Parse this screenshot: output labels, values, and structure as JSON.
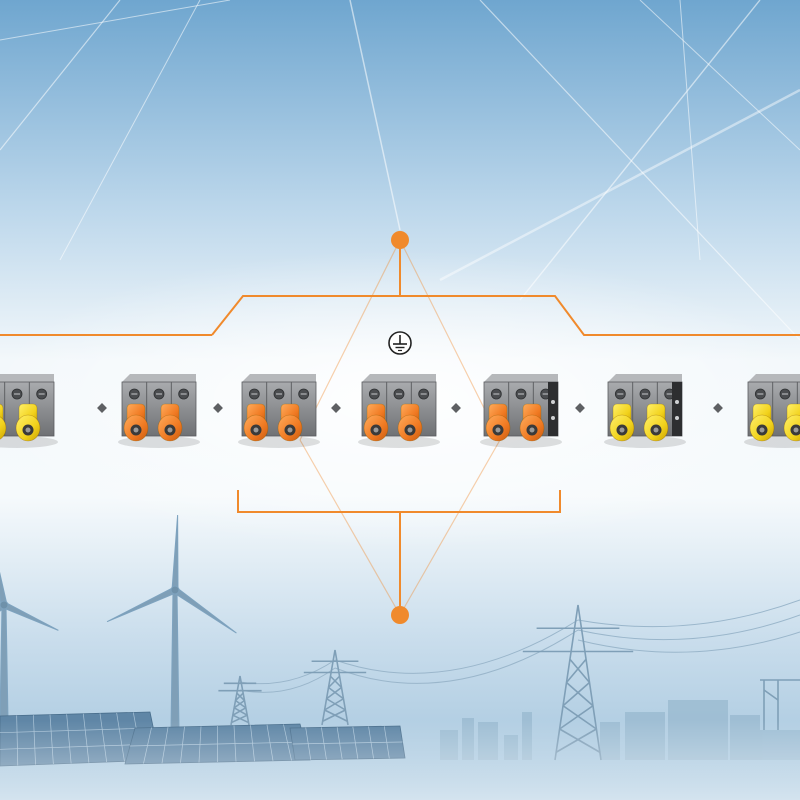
{
  "palette": {
    "sky_top": "#6fa6cf",
    "sky_mid": "#eef5fa",
    "accent_orange": "#f08a2c",
    "terminal_body": "#8b8d90",
    "connector_yellow": "#f2d21c",
    "connector_orange": "#f07a22",
    "silhouette_blue": "#7ea3bf"
  },
  "icons": {
    "center_symbol": "ground-symbol-icon",
    "separator": "diamond-separator-icon",
    "node": "orange-node-dot-icon"
  },
  "terminal_blocks": [
    {
      "id": "block-1",
      "connector_color": "yellow",
      "side_marker": false
    },
    {
      "id": "block-2",
      "connector_color": "orange",
      "side_marker": false
    },
    {
      "id": "block-3",
      "connector_color": "orange",
      "side_marker": false
    },
    {
      "id": "block-4",
      "connector_color": "orange",
      "side_marker": false
    },
    {
      "id": "block-5",
      "connector_color": "orange",
      "side_marker": true
    },
    {
      "id": "block-6",
      "connector_color": "yellow",
      "side_marker": true
    },
    {
      "id": "block-7",
      "connector_color": "yellow",
      "side_marker": false
    }
  ],
  "background_elements": [
    "wind-turbines",
    "solar-panels",
    "power-pylons",
    "city-skyline"
  ]
}
